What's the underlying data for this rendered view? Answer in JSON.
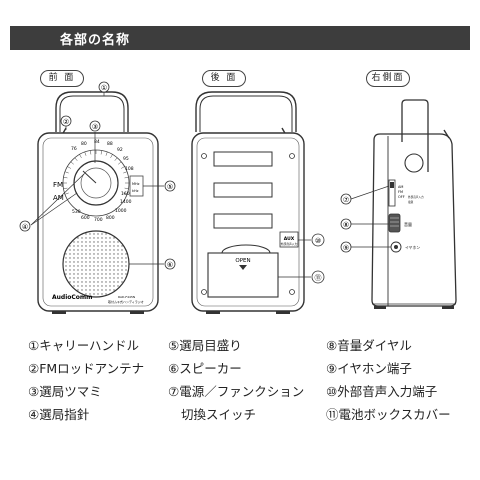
{
  "header": {
    "title": "各部の名称"
  },
  "views": {
    "front": "前 面",
    "back": "後 面",
    "right": "右側面"
  },
  "front": {
    "brand": "AudioComm",
    "model_small": "RAD-F445N",
    "caption_small": "取付ムキ式ハンディラジオ",
    "band_fm": "FM",
    "band_am": "AM",
    "dial_marks": [
      "76",
      "80",
      "84",
      "88",
      "92",
      "95",
      "108",
      "530",
      "600",
      "700",
      "800",
      "1000",
      "1400",
      "1600"
    ],
    "pointer_texts": [
      "MHz",
      "kHz"
    ]
  },
  "back": {
    "aux_label": "AUX",
    "aux_sub": "外部音声入力",
    "open_label": "OPEN"
  },
  "side": {
    "switch_labels": [
      "AM",
      "FM",
      "OFF"
    ],
    "switch_sub": [
      "外部音声入力",
      "電源"
    ],
    "volume_label": "音量",
    "earphone_label": "イヤホン"
  },
  "callouts": [
    "①",
    "②",
    "③",
    "④",
    "⑤",
    "⑥",
    "⑦",
    "⑧",
    "⑨",
    "⑩",
    "⑪"
  ],
  "legend": {
    "col1": [
      "①キャリーハンドル",
      "②FMロッドアンテナ",
      "③選局ツマミ",
      "④選局指針"
    ],
    "col2": [
      "⑤選局目盛り",
      "⑥スピーカー",
      "⑦電源／ファンクション",
      "切換スイッチ"
    ],
    "col3": [
      "⑧音量ダイヤル",
      "⑨イヤホン端子",
      "⑩外部音声入力端子",
      "⑪電池ボックスカバー"
    ]
  }
}
